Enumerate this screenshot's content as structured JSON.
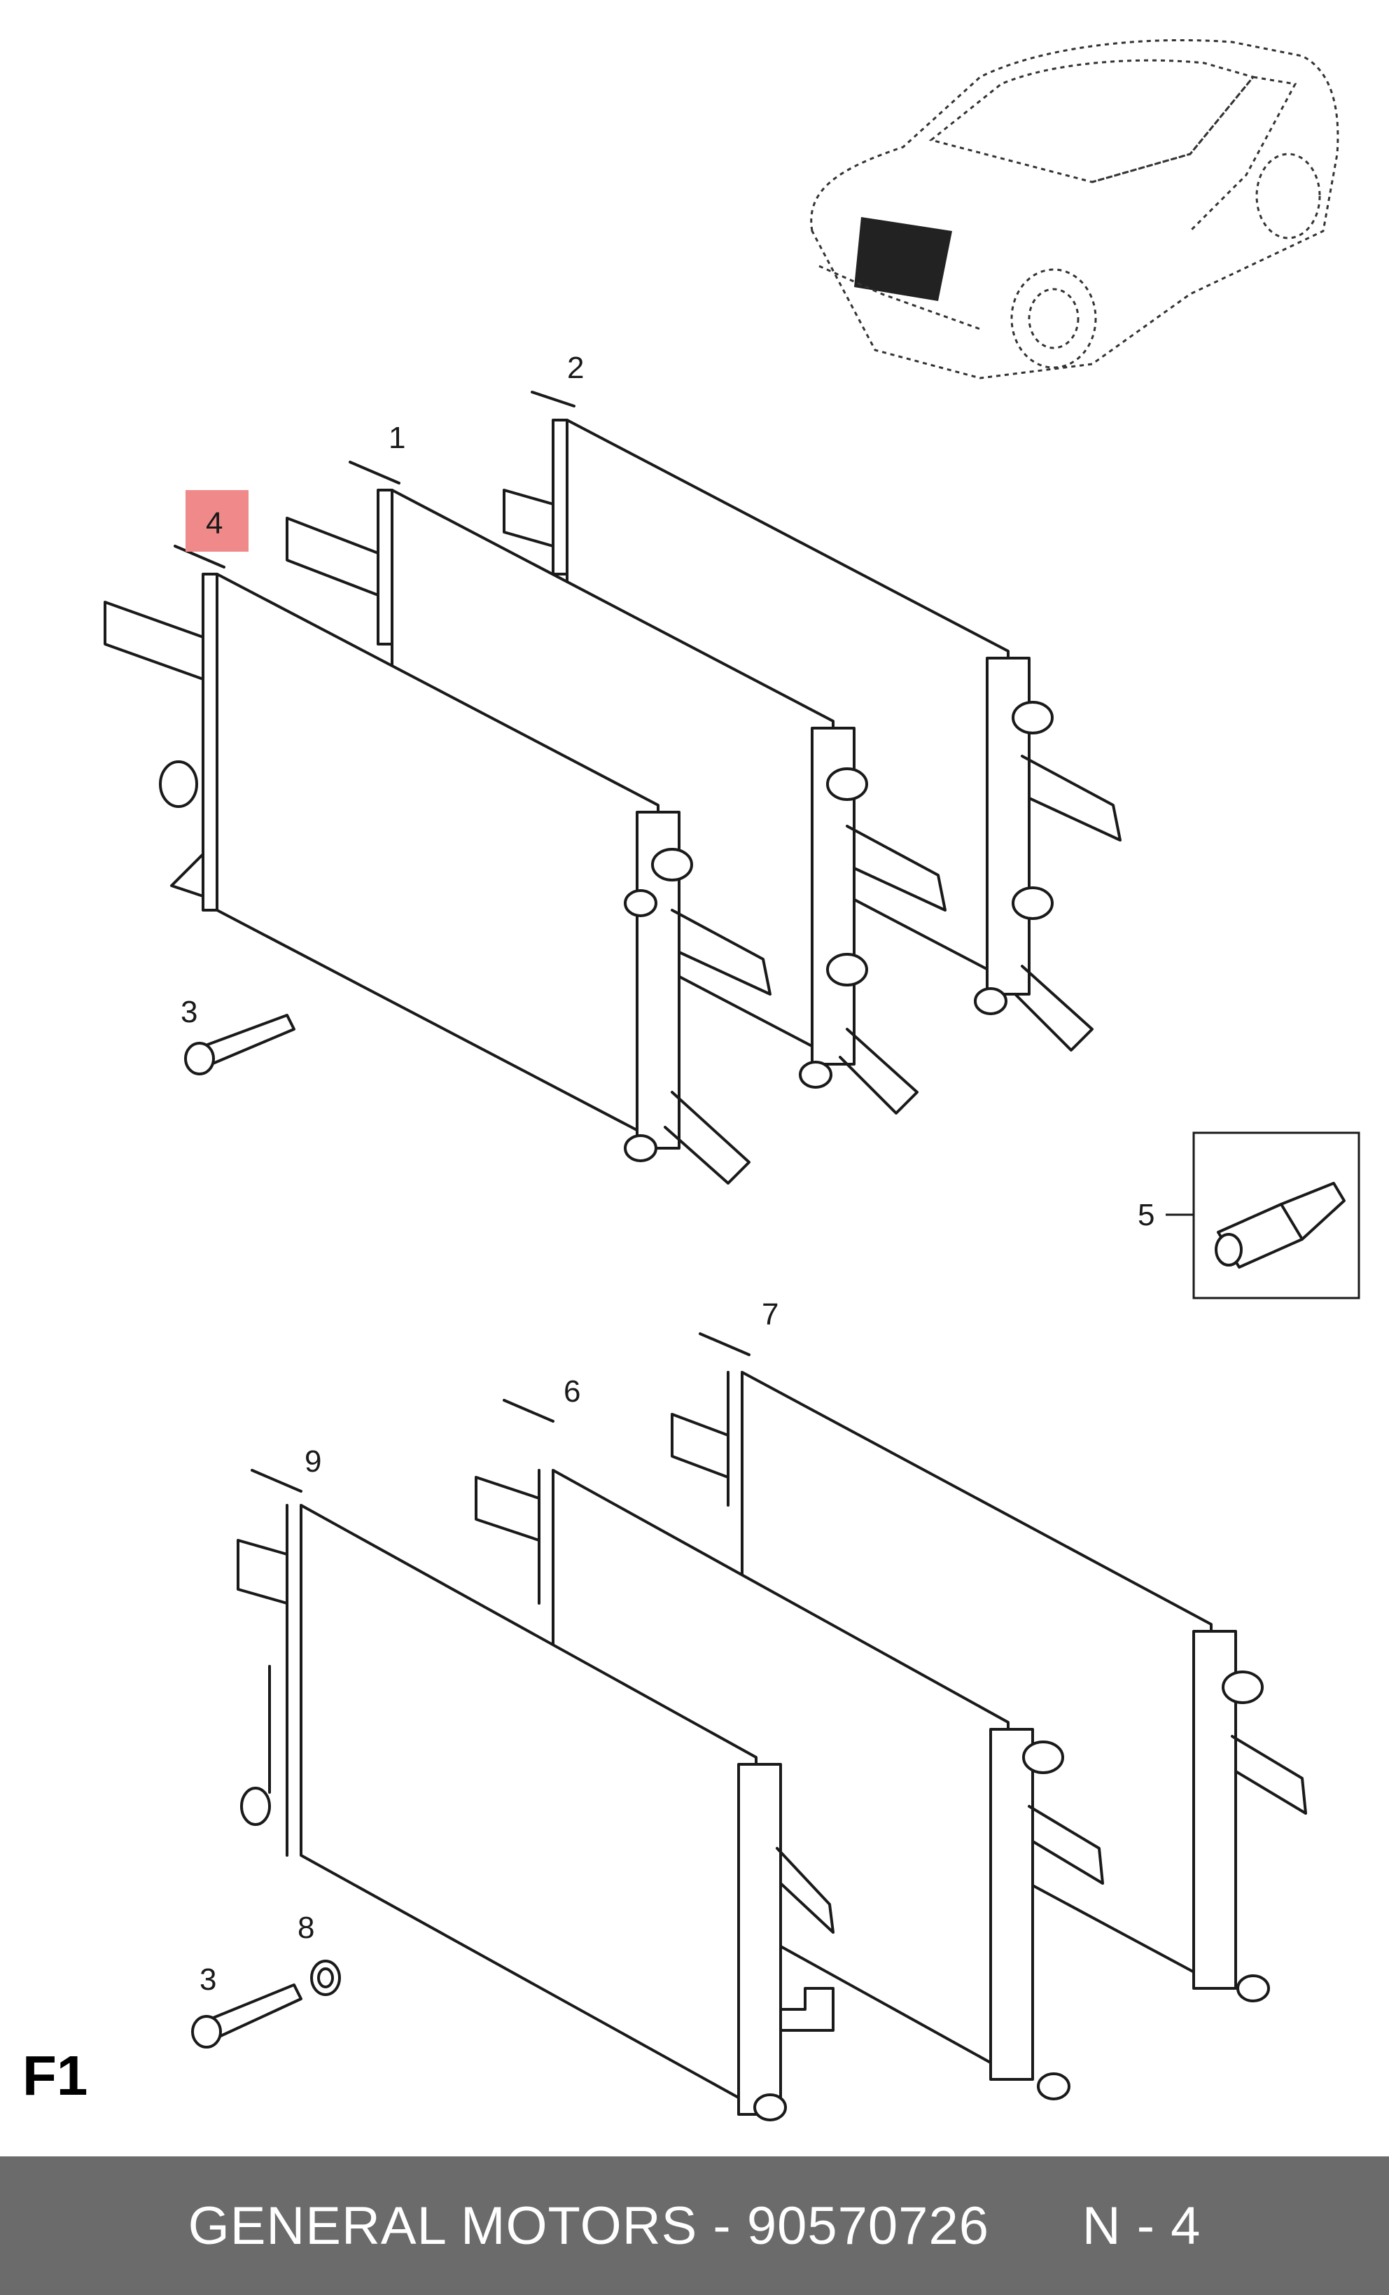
{
  "callouts": {
    "c1": "1",
    "c2": "2",
    "c3a": "3",
    "c4": "4",
    "c5": "5",
    "c6": "6",
    "c7": "7",
    "c8": "8",
    "c9": "9",
    "c3b": "3"
  },
  "figure_label": "F1",
  "footer": {
    "brand": "GENERAL MOTORS",
    "separator": " - ",
    "part_number": "90570726",
    "gap": "      ",
    "position": "N - 4"
  },
  "colors": {
    "highlight": "#f08a8a",
    "footer_bg": "#6b6b6b",
    "footer_text": "#ffffff"
  }
}
